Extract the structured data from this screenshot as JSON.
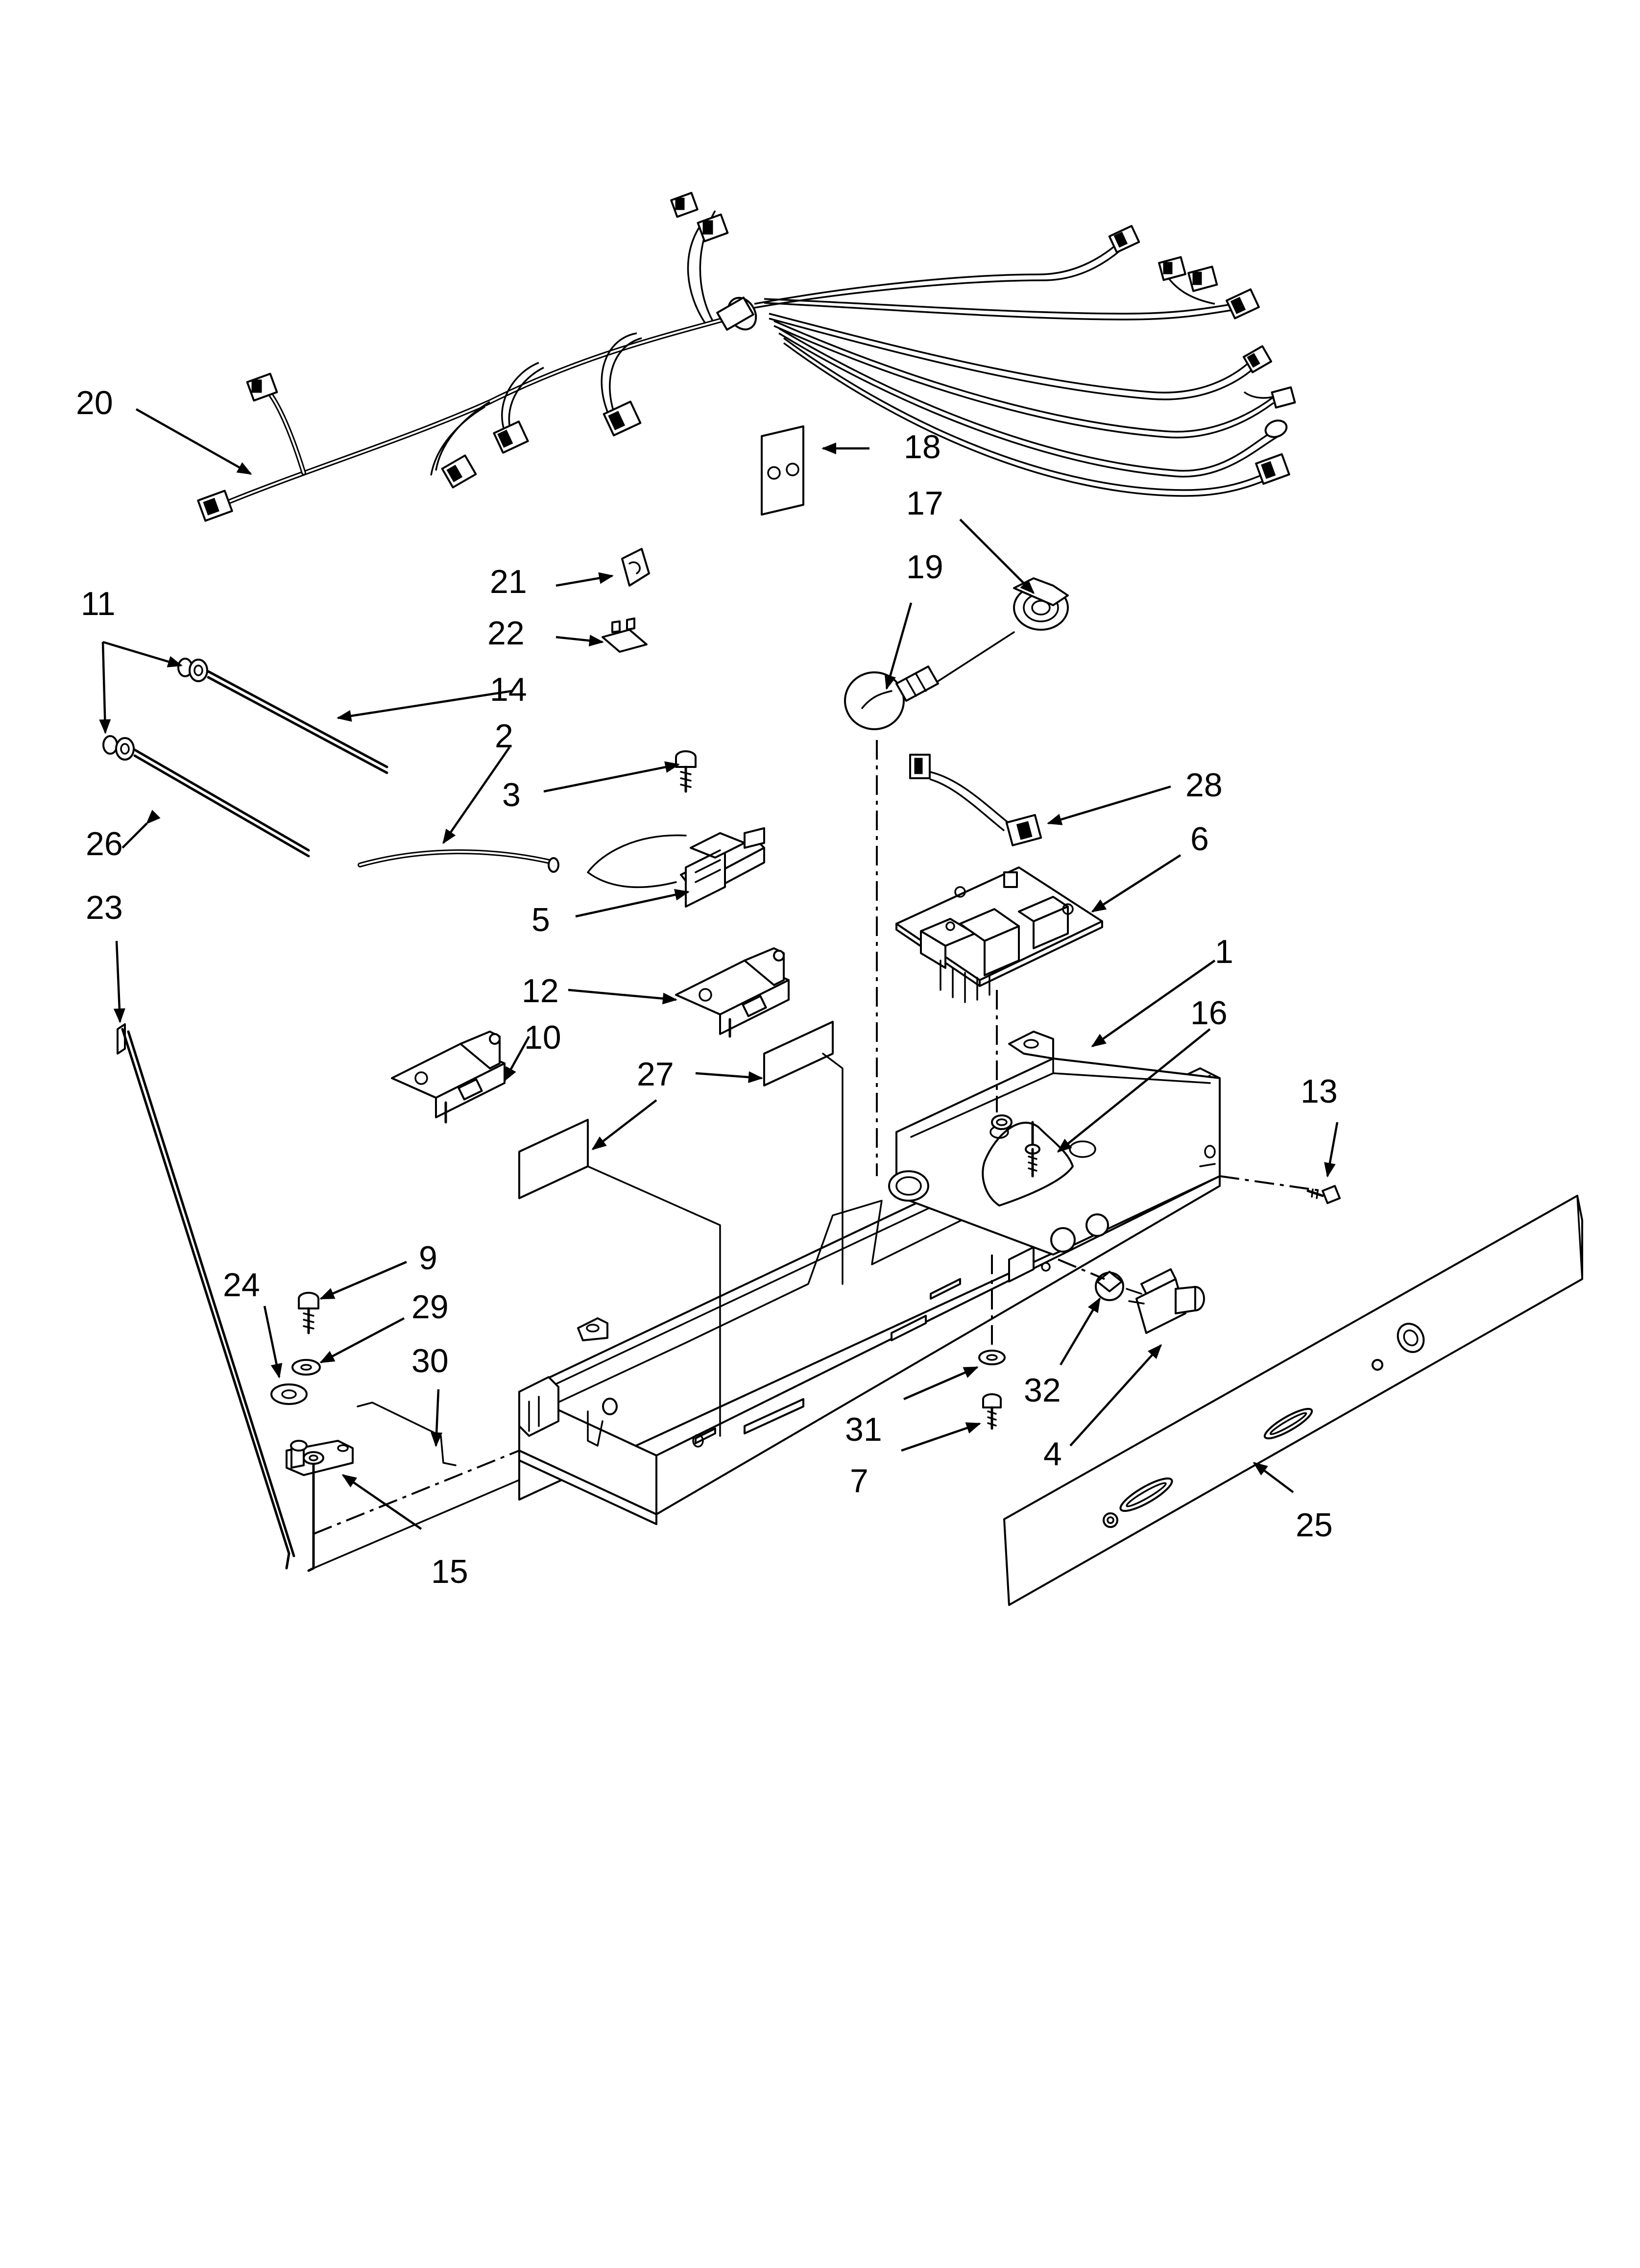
{
  "diagram": {
    "callouts": [
      {
        "id": "c1",
        "label": "1"
      },
      {
        "id": "c2",
        "label": "2"
      },
      {
        "id": "c3",
        "label": "3"
      },
      {
        "id": "c4",
        "label": "4"
      },
      {
        "id": "c5",
        "label": "5"
      },
      {
        "id": "c6",
        "label": "6"
      },
      {
        "id": "c7",
        "label": "7"
      },
      {
        "id": "c9",
        "label": "9"
      },
      {
        "id": "c10",
        "label": "10"
      },
      {
        "id": "c11",
        "label": "11"
      },
      {
        "id": "c12",
        "label": "12"
      },
      {
        "id": "c13",
        "label": "13"
      },
      {
        "id": "c14",
        "label": "14"
      },
      {
        "id": "c15",
        "label": "15"
      },
      {
        "id": "c16",
        "label": "16"
      },
      {
        "id": "c17",
        "label": "17"
      },
      {
        "id": "c18",
        "label": "18"
      },
      {
        "id": "c19",
        "label": "19"
      },
      {
        "id": "c20",
        "label": "20"
      },
      {
        "id": "c21",
        "label": "21"
      },
      {
        "id": "c22",
        "label": "22"
      },
      {
        "id": "c23",
        "label": "23"
      },
      {
        "id": "c24",
        "label": "24"
      },
      {
        "id": "c25",
        "label": "25"
      },
      {
        "id": "c26",
        "label": "26"
      },
      {
        "id": "c27",
        "label": "27"
      },
      {
        "id": "c28",
        "label": "28"
      },
      {
        "id": "c29",
        "label": "29"
      },
      {
        "id": "c30",
        "label": "30"
      },
      {
        "id": "c31",
        "label": "31"
      },
      {
        "id": "c32",
        "label": "32"
      }
    ]
  }
}
